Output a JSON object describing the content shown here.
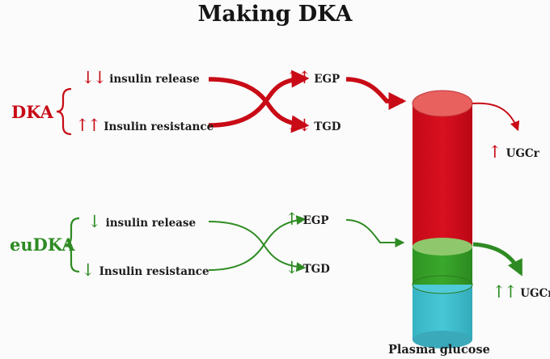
{
  "title": "Making DKA",
  "colors": {
    "dka_red": "#c80b16",
    "eudka_green": "#2e8b23",
    "cyl_red_top": "#e8615e",
    "cyl_green_top": "#8cc66a",
    "cyl_blue": "#3fbccc"
  },
  "dka": {
    "label": "DKA",
    "input1": {
      "arrows": "↓↓",
      "text": "insulin release"
    },
    "input2": {
      "arrows": "↑↑",
      "text": "Insulin resistance"
    },
    "output1": {
      "arrows": "↑↑",
      "text": "EGP"
    },
    "output2": {
      "arrows": "↓↓",
      "text": "TGD"
    },
    "ugcr": {
      "arrows": "↑",
      "text": "UGCr"
    }
  },
  "eudka": {
    "label": "euDKA",
    "input1": {
      "arrows": "↓",
      "text": "insulin release"
    },
    "input2": {
      "arrows": "↓",
      "text": "Insulin resistance"
    },
    "output1": {
      "arrows": "↑",
      "text": "EGP"
    },
    "output2": {
      "arrows": "↓",
      "text": "TGD"
    },
    "ugcr": {
      "arrows": "↑↑",
      "text": "UGCr"
    }
  },
  "cylinder_label": "Plasma glucose"
}
